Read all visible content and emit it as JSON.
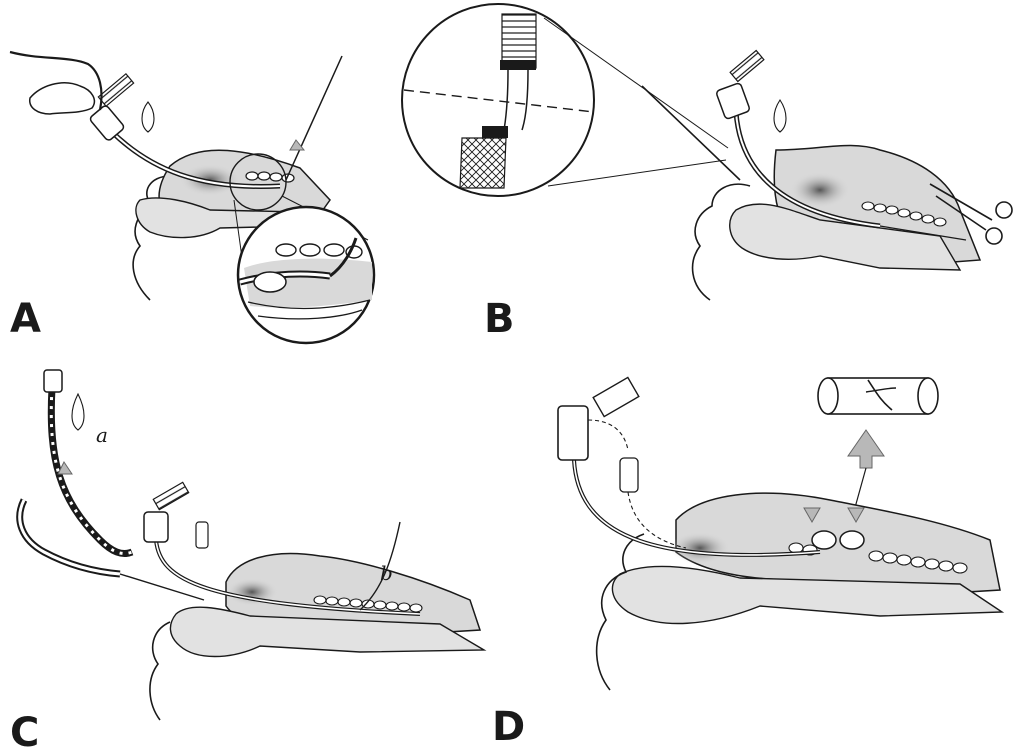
{
  "panels": [
    {
      "letter": "A"
    },
    {
      "letter": "B"
    },
    {
      "letter": "C"
    },
    {
      "letter": "D"
    }
  ],
  "annotations": {
    "c_label_a": "a",
    "c_label_b": "b"
  },
  "colors": {
    "line": "#1a1a1a",
    "tissue_fill": "#d9d9d9",
    "dark_shade": "#6e6e6e",
    "arrow_fill": "#b8b8b8",
    "background": "#ffffff"
  }
}
